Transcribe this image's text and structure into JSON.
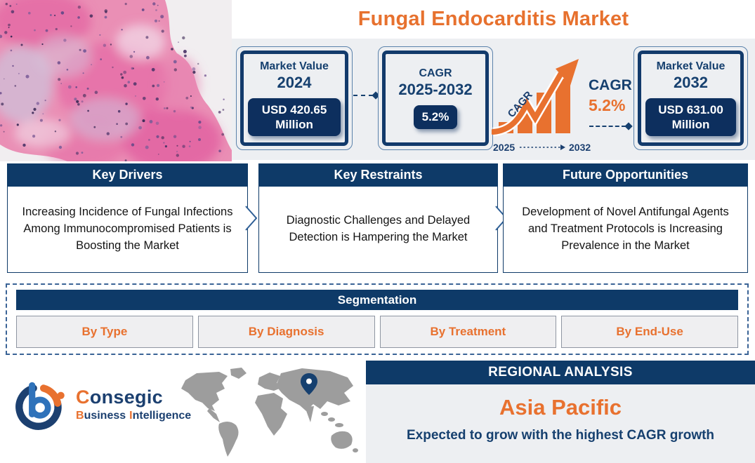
{
  "title": "Fungal Endocarditis Market",
  "stats": {
    "box_2024": {
      "label": "Market Value",
      "year": "2024",
      "value": "USD 420.65 Million"
    },
    "box_cagr": {
      "label": "CAGR",
      "year": "2025-2032",
      "value": "5.2%"
    },
    "box_2032": {
      "label": "Market Value",
      "year": "2032",
      "value": "USD 631.00 Million"
    }
  },
  "growth": {
    "arrow_label": "CAGR",
    "cagr_title": "CAGR",
    "cagr_value": "5.2%",
    "start_year": "2025",
    "end_year": "2032"
  },
  "panels": [
    {
      "title": "Key Drivers",
      "body": "Increasing Incidence of Fungal Infections Among Immunocompromised Patients is Boosting the Market"
    },
    {
      "title": "Key Restraints",
      "body": "Diagnostic Challenges and Delayed Detection is Hampering the Market"
    },
    {
      "title": "Future Opportunities",
      "body": "Development of Novel Antifungal Agents and Treatment Protocols is Increasing Prevalence in the Market"
    }
  ],
  "segmentation": {
    "title": "Segmentation",
    "items": [
      "By Type",
      "By Diagnosis",
      "By Treatment",
      "By End-Use"
    ]
  },
  "regional": {
    "header": "REGIONAL ANALYSIS",
    "region": "Asia Pacific",
    "note": "Expected to grow with the highest CAGR growth"
  },
  "logo": {
    "line1_c": "C",
    "line1_rest": "onsegic",
    "line2_b": "B",
    "line2_usiness": "usiness",
    "line2_i": "I",
    "line2_rest": "ntelligence"
  },
  "colors": {
    "navy": "#0e3a68",
    "navy_text": "#16406f",
    "pill_navy": "#0d2f5e",
    "orange": "#e8712f",
    "band_gray": "#edeff2",
    "segment_box_gray": "#efeff1",
    "map_gray": "#9d9d9d"
  }
}
